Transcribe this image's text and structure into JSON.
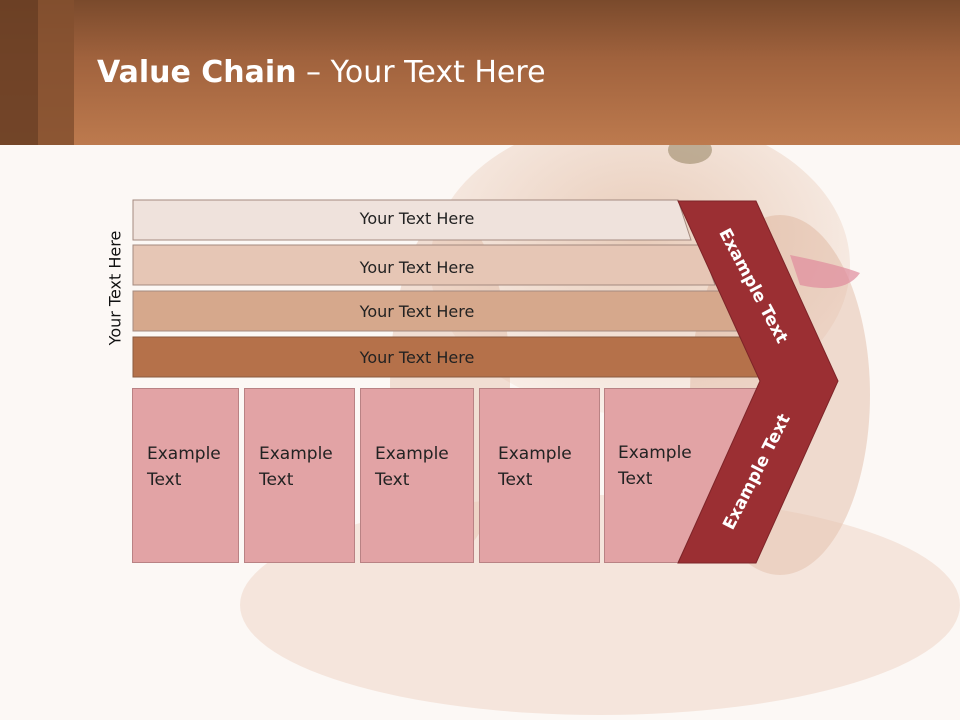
{
  "slide": {
    "title_bold": "Value Chain",
    "title_rest": " – Your Text Here",
    "side_label": "Your Text Here",
    "rows": [
      {
        "label": "Your Text Here",
        "color": "#efe2dc"
      },
      {
        "label": "Your Text Here",
        "color": "#e6c6b5"
      },
      {
        "label": "Your Text Here",
        "color": "#d6a88c"
      },
      {
        "label": "Your Text Here",
        "color": "#b5714a"
      }
    ],
    "boxes": [
      {
        "line1": "Example",
        "line2": "Text"
      },
      {
        "line1": "Example",
        "line2": "Text"
      },
      {
        "line1": "Example",
        "line2": "Text"
      },
      {
        "line1": "Example",
        "line2": "Text"
      },
      {
        "line1": "Example",
        "line2": "Text"
      }
    ],
    "chevron_top_text": "Example Text",
    "chevron_bottom_text": "Example Text",
    "colors": {
      "header": "#a0623d",
      "chevron": "#9b2f33",
      "box": "#e2a3a5"
    }
  }
}
